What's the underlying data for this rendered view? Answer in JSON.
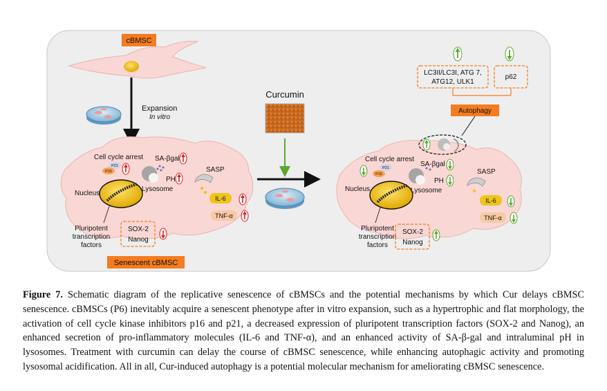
{
  "diagram": {
    "cbmsc_label": "cBMSC",
    "expansion_label": "Expansion",
    "in_vitro_label": "In vitro",
    "curcumin_label": "Curcumin",
    "senescent_label": "Senescent cBMSC",
    "left_cell": {
      "cell_cycle_arrest": "Cell cycle arrest",
      "p21": "P21",
      "p16": "P16",
      "sa_bgal": "SA-βgal",
      "ph": "PH",
      "lysosome": "Lysosome",
      "nucleus": "Nucleus",
      "sasp": "SASP",
      "il6": "IL-6",
      "tnfa": "TNF-α",
      "pluripotent_line1": "Pluripotent",
      "pluripotent_line2": "transcription",
      "pluripotent_line3": "factors",
      "sox2": "SOX-2",
      "nanog": "Nanog"
    },
    "right_cell": {
      "cell_cycle_arrest": "Cell cycle arrest",
      "p21": "P21",
      "p16": "P16",
      "sa_bgal": "SA-βgal",
      "ph": "PH",
      "lysosome": "Lysosome",
      "nucleus": "Nucleus",
      "sasp": "SASP",
      "il6": "IL-6",
      "tnfa": "TNF-α",
      "pluripotent_line1": "Pluripotent",
      "pluripotent_line2": "transcription",
      "pluripotent_line3": "factors",
      "sox2": "SOX-2",
      "nanog": "Nanog",
      "autophagy": "Autophagy",
      "lc3_line1": "LC3II/LC3I, ATG 7,",
      "lc3_line2": "ATG12, ULK1",
      "p62": "p62"
    },
    "colors": {
      "panel_bg": "#eeeeee",
      "cell_pink": "#f9d7d5",
      "orange": "#f47c20",
      "red_arrow": "#d9231d",
      "green_arrow": "#5aa832",
      "nucleus_yellow": "#f0c419"
    }
  },
  "caption": {
    "figure_label": "Figure 7.",
    "text": " Schematic diagram of the replicative senescence of cBMSCs and the potential mechanisms by which Cur delays cBMSC senescence. cBMSCs (P6) inevitably acquire a senescent phenotype after in vitro expansion, such as a hypertrophic and flat morphology, the activation of cell cycle kinase inhibitors p16 and p21, a decreased expression of pluripotent transcription factors (SOX-2 and Nanog), an enhanced secretion of pro-inflammatory molecules (IL-6 and TNF-α), and an enhanced activity of SA-β-gal and intraluminal pH in lysosomes. Treatment with curcumin can delay the course of cBMSC senescence, while enhancing autophagic activity and promoting lysosomal acidification. All in all, Cur-induced autophagy is a potential molecular mechanism for ameliorating cBMSC senescence."
  }
}
